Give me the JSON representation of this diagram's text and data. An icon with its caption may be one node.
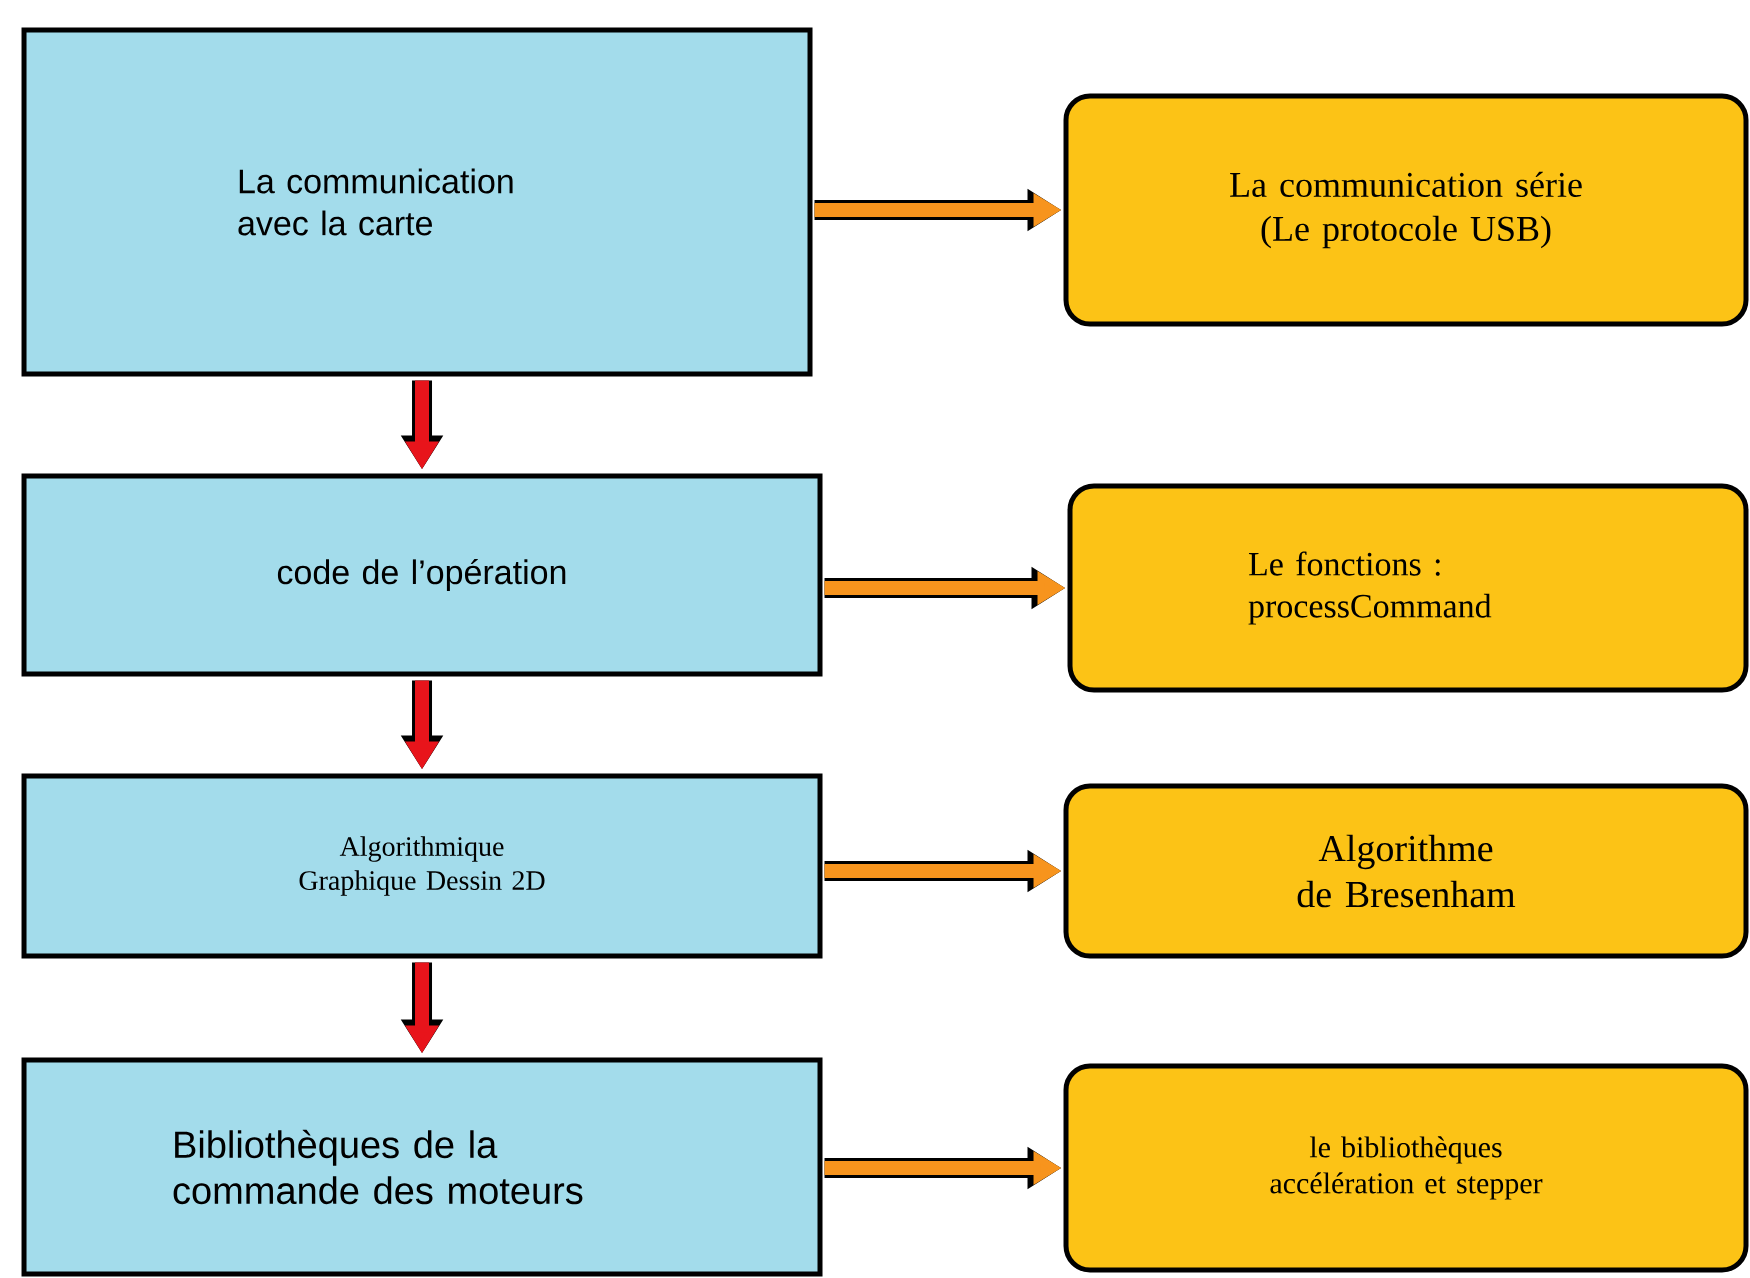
{
  "diagram": {
    "nodes": [
      {
        "text": [
          "La communication avec la carte"
        ]
      },
      {
        "text": [
          "La communication série (Le protocole USB)"
        ]
      },
      {
        "text": [
          "code de l’opération"
        ]
      },
      {
        "text": [
          "Le fonctions : processCommand"
        ]
      },
      {
        "text": [
          "Algorithmique Graphique Dessin 2D"
        ]
      },
      {
        "text": [
          "Algorithme de Bresenham"
        ]
      },
      {
        "text": [
          "Bibliothèques de la commande des moteurs"
        ]
      },
      {
        "text": [
          "le bibliothèques accélération et stepper"
        ]
      }
    ],
    "edges": [
      {
        "from": 0,
        "to": 1,
        "arrow": "to"
      },
      {
        "from": 0,
        "to": 2,
        "arrow": "to",
        "color": "#e8141b"
      },
      {
        "from": 2,
        "to": 3,
        "arrow": "to"
      },
      {
        "from": 2,
        "to": 4,
        "arrow": "to",
        "color": "#e8141b"
      },
      {
        "from": 4,
        "to": 5,
        "arrow": "to"
      },
      {
        "from": 4,
        "to": 6,
        "arrow": "to",
        "color": "#e8141b"
      },
      {
        "from": 6,
        "to": 7,
        "arrow": "to"
      }
    ]
  }
}
